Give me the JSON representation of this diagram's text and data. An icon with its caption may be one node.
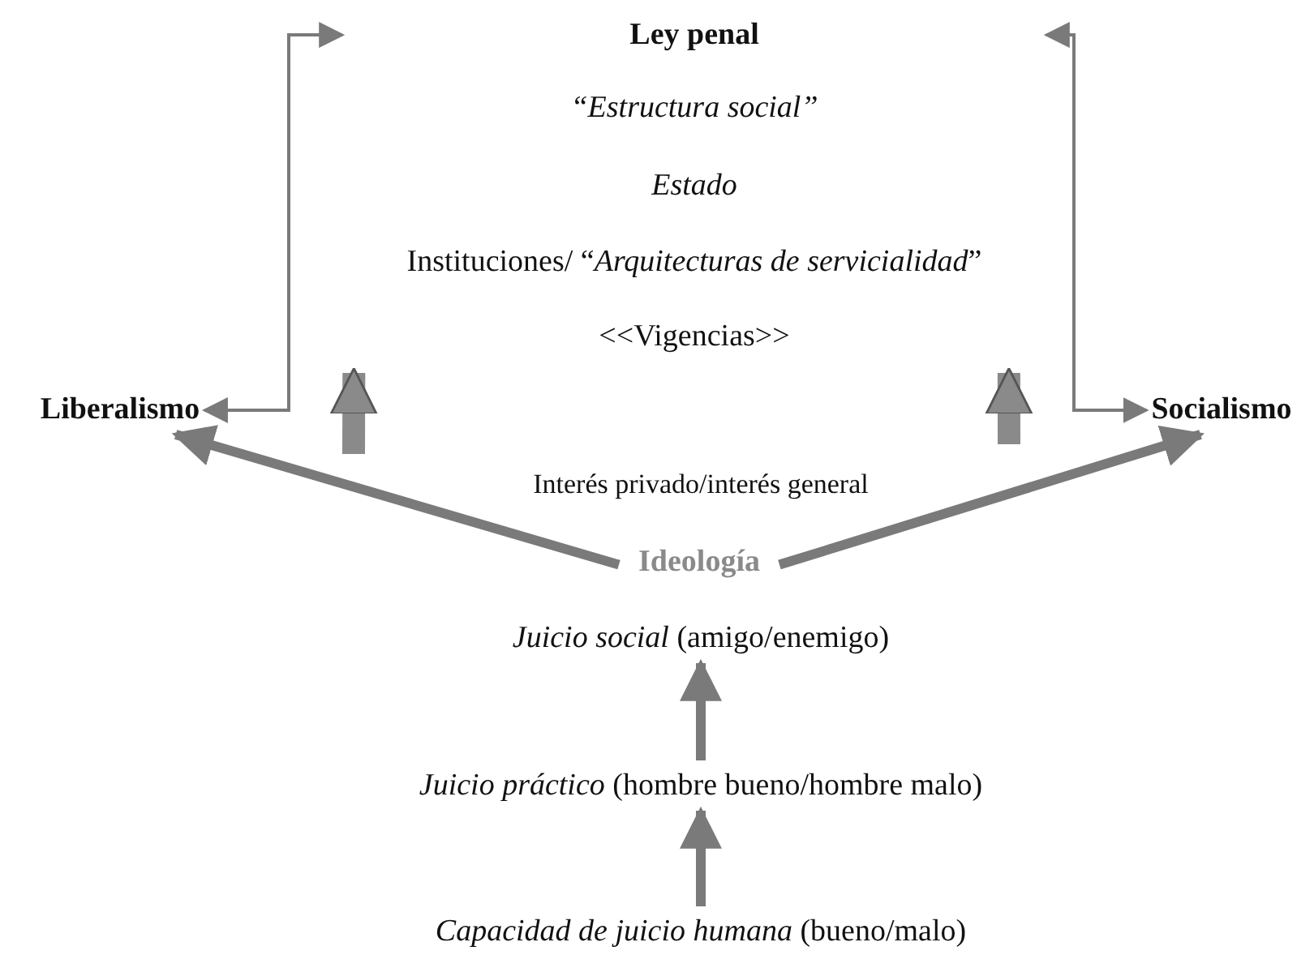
{
  "diagram": {
    "nodes": [
      {
        "text": [
          "Ley penal",
          "“Estructura social”",
          "Estado",
          "Instituciones/ “*Arquitecturas de servicialidad*”",
          "<<Vigencias>>"
        ]
      },
      {
        "text": [
          "Liberalismo"
        ]
      },
      {
        "text": [
          "Socialismo"
        ]
      },
      {
        "text": [
          "Ideología"
        ]
      },
      {
        "text": [
          "*Juicio social* (amigo/enemigo)"
        ]
      },
      {
        "text": [
          "*Juicio práctico* (hombre bueno/hombre malo)"
        ]
      },
      {
        "text": [
          "*Capacidad de juicio humana* (bueno/malo)"
        ]
      }
    ],
    "edges": [
      {
        "from": 1,
        "to": 0,
        "arrow": "both"
      },
      {
        "from": 2,
        "to": 0,
        "arrow": "both"
      },
      {
        "from": 3,
        "to": 1,
        "arrow": "to"
      },
      {
        "from": 3,
        "to": 2,
        "arrow": "to"
      },
      {
        "from": 5,
        "to": 4,
        "arrow": "to"
      },
      {
        "from": 6,
        "to": 5,
        "arrow": "to"
      },
      {
        "from": null,
        "to": 0,
        "arrow": "to",
        "style": "thick"
      },
      {
        "from": null,
        "to": 0,
        "arrow": "to",
        "style": "thick"
      }
    ],
    "labels": [
      "Interés privado/interés general"
    ]
  }
}
